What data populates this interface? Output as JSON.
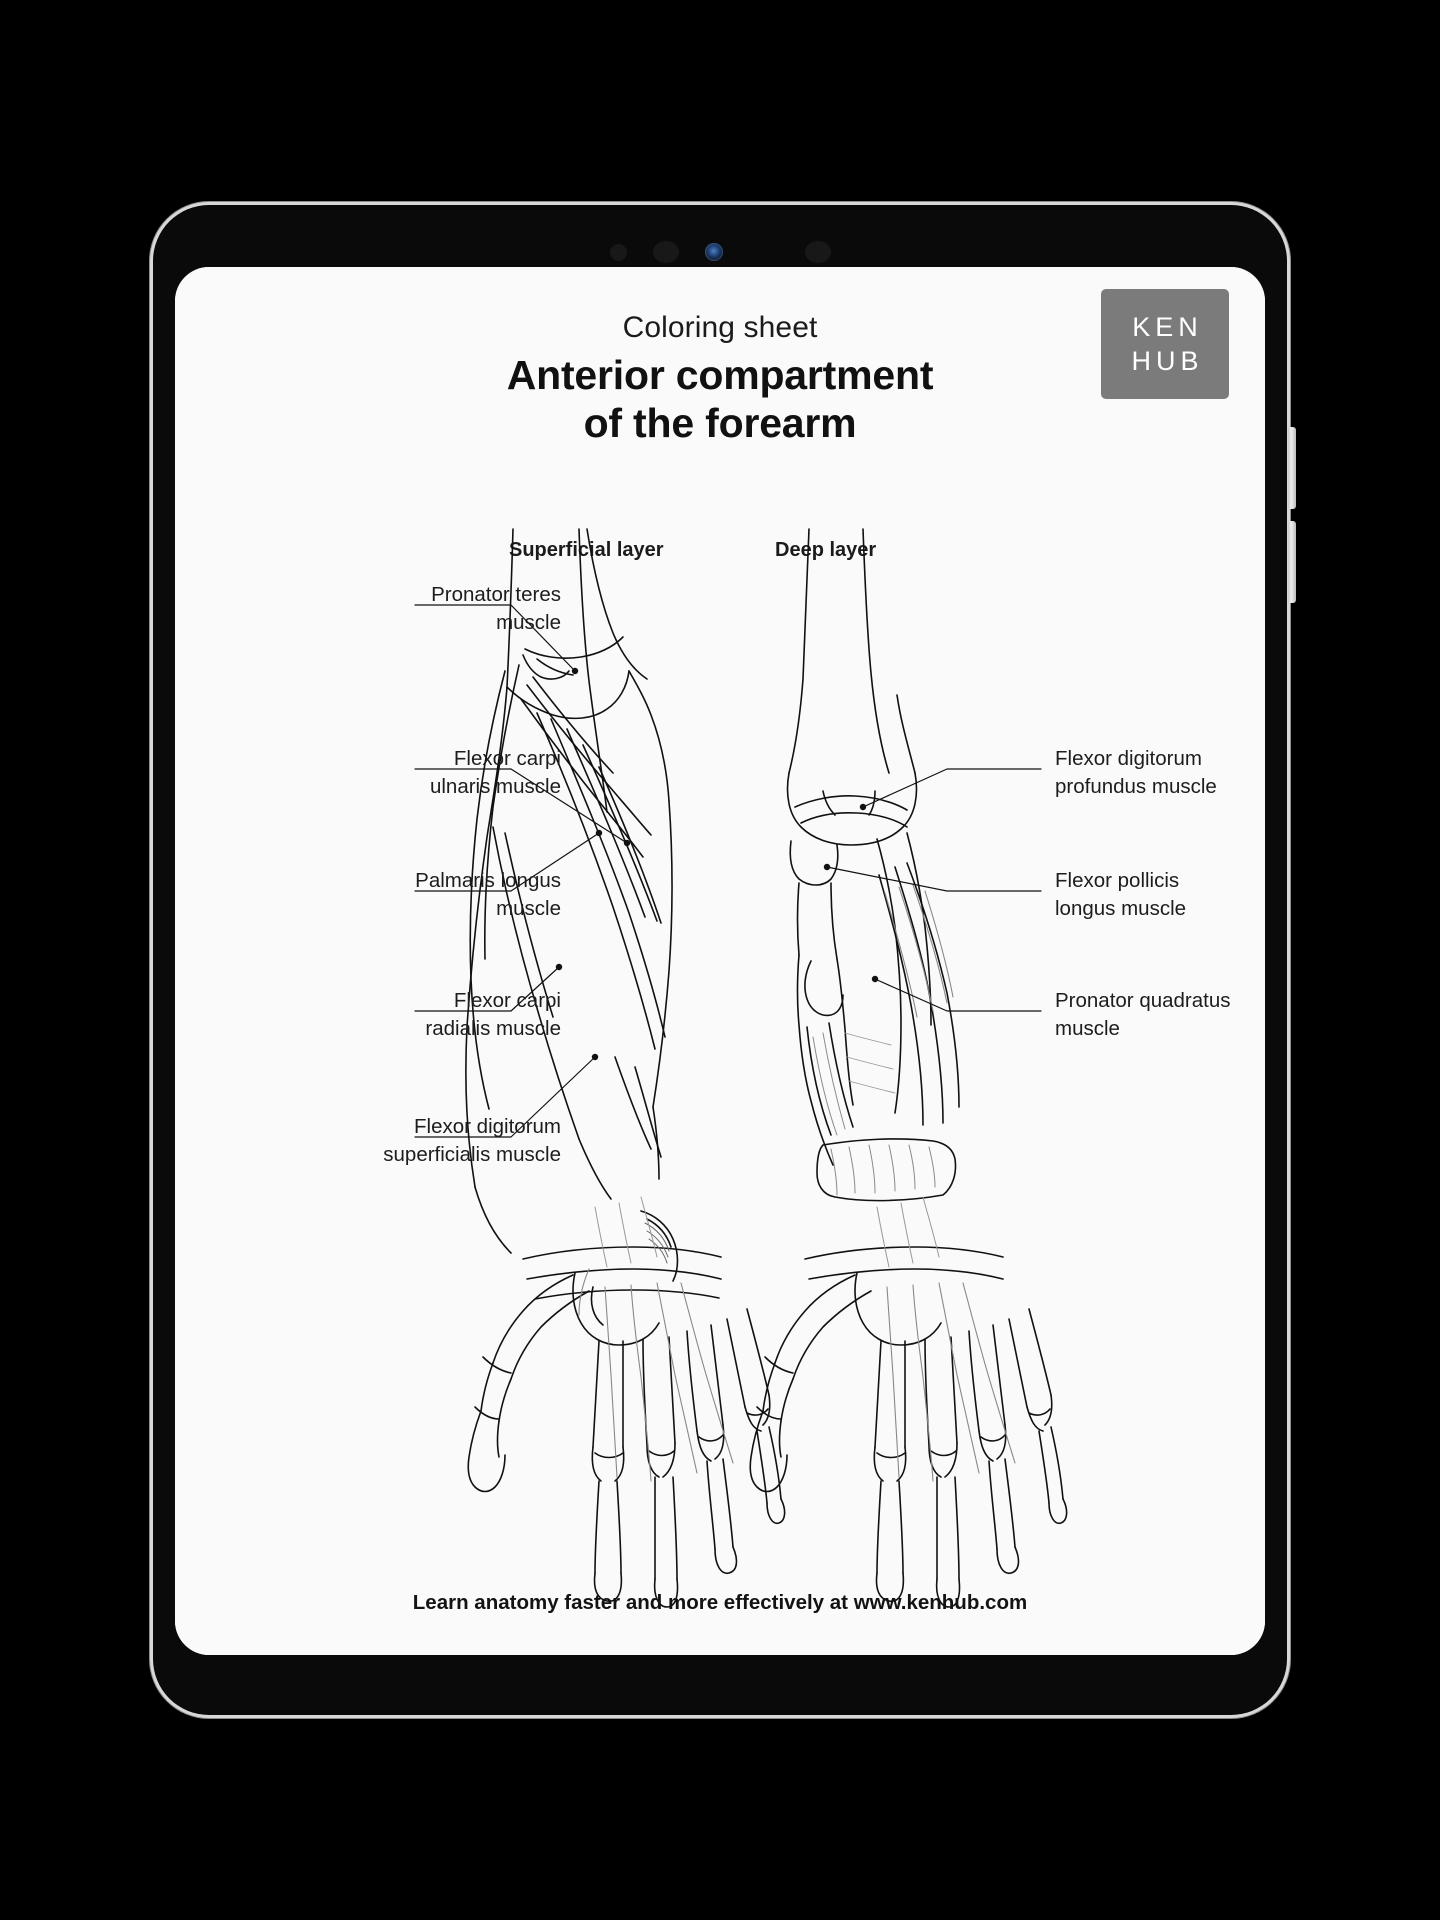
{
  "device": {
    "type": "tablet-mockup",
    "bezel_color": "#0a0a0a",
    "edge_color": "#d8d8d8",
    "screen_background": "#fafafa",
    "buttons": [
      {
        "name": "volume-up"
      },
      {
        "name": "volume-down"
      }
    ],
    "sensors": [
      "proximity-sensor",
      "ambient-light-sensor",
      "front-camera",
      "microphone"
    ]
  },
  "sheet": {
    "logo": {
      "line1": "KEN",
      "line2": "HUB",
      "background_color": "#7b7b7b",
      "text_color": "#ffffff"
    },
    "subtitle": "Coloring sheet",
    "title": "Anterior compartment\nof the forearm",
    "title_line1": "Anterior compartment",
    "title_line2": "of the forearm",
    "columns": [
      {
        "id": "superficial",
        "heading": "Superficial layer"
      },
      {
        "id": "deep",
        "heading": "Deep layer"
      }
    ],
    "labels_left": [
      {
        "id": "pronator-teres",
        "text": "Pronator teres\nmuscle"
      },
      {
        "id": "flexor-carpi-ulnaris",
        "text": "Flexor carpi\nulnaris muscle"
      },
      {
        "id": "palmaris-longus",
        "text": "Palmaris longus\nmuscle"
      },
      {
        "id": "flexor-carpi-radialis",
        "text": "Flexor carpi\nradialis muscle"
      },
      {
        "id": "flexor-digitorum-superficialis",
        "text": "Flexor digitorum\nsuperficialis muscle"
      }
    ],
    "labels_right": [
      {
        "id": "flexor-digitorum-profundus",
        "text": "Flexor digitorum\nprofundus muscle"
      },
      {
        "id": "flexor-pollicis-longus",
        "text": "Flexor pollicis\nlongus muscle"
      },
      {
        "id": "pronator-quadratus",
        "text": "Pronator quadratus\nmuscle"
      }
    ],
    "footer": "Learn anatomy faster and more effectively at www.kenhub.com",
    "illustration": {
      "style": "black-and-white line art",
      "description": "Two anterior forearm and hand diagrams, superficial layer on the left and deep layer on the right, with leader lines ending in dots pointing to each labelled muscle.",
      "stroke_color": "#111111"
    }
  }
}
